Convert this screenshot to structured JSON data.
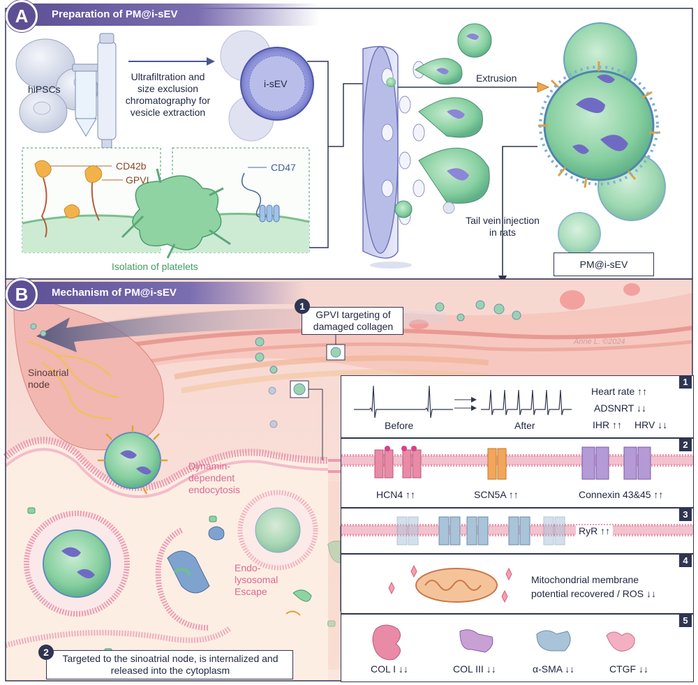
{
  "panel_a": {
    "letter": "A",
    "title": "Preparation of  PM@i-sEV",
    "labels": {
      "hipscs": "hiPSCs",
      "extraction": "Ultrafiltration and size exclusion chromatography for vesicle extraction",
      "isev": "i-sEV",
      "cd42b": "CD42b",
      "gpvi": "GPVI",
      "cd47": "CD47",
      "isolation": "Isolation of platelets",
      "extrusion": "Extrusion",
      "tail_vein": "Tail vein injection in rats",
      "product": "PM@i-sEV"
    }
  },
  "panel_b": {
    "letter": "B",
    "title": "Mechanism of  PM@i-sEV",
    "step1": {
      "num": "1",
      "text": "GPVI targeting of damaged collagen"
    },
    "step2": {
      "num": "2",
      "text": "Targeted to the sinoatrial node, is internalized and released into the cytoplasm"
    },
    "sinoatrial": "Sinoatrial node",
    "endocytosis": "Dynamin-dependent endocytosis",
    "escape": "Endo-lysosomal Escape",
    "signature": "Anne L. ©2024"
  },
  "results": [
    {
      "num": "1",
      "before": "Before",
      "after": "After",
      "heart_rate": "Heart rate ↑↑",
      "adsnrt": "ADSNRT ↓↓",
      "ihr": "IHR ↑↑",
      "hrv": "HRV ↓↓"
    },
    {
      "num": "2",
      "hcn4": "HCN4 ↑↑",
      "scn5a": "SCN5A ↑↑",
      "connexin": "Connexin 43&45 ↑↑"
    },
    {
      "num": "3",
      "ryr": "RyR ↑↑"
    },
    {
      "num": "4",
      "mito": "Mitochondrial membrane potential recovered / ROS ↓↓"
    },
    {
      "num": "5",
      "col1": "COL I ↓↓",
      "col3": "COL III ↓↓",
      "asma": "α-SMA ↓↓",
      "ctgf": "CTGF ↓↓"
    }
  ],
  "colors": {
    "banner": "#5c4f93",
    "vesicle_green": "#8fd3a8",
    "vesicle_purple": "#8b86d6",
    "tissue_pink": "#f3c9c4",
    "membrane_pink": "#ec9bb1",
    "platelet_green": "#86cf9a",
    "connexin_purple": "#b49ad6",
    "scn5a_orange": "#f2a65c",
    "ryr_blue": "#a9c3d8"
  }
}
